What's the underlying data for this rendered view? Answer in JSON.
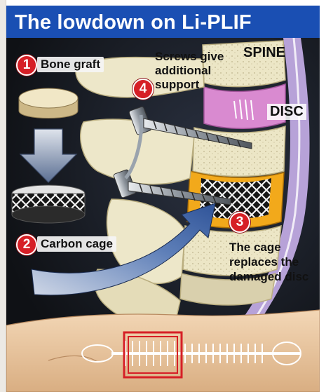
{
  "title": "The lowdown on Li-PLIF",
  "labels": {
    "spine": "SPINE",
    "disc": "DISC"
  },
  "steps": [
    {
      "num": "1",
      "text": "Bone graft"
    },
    {
      "num": "2",
      "text": "Carbon cage"
    },
    {
      "num": "3",
      "line1": "The cage",
      "line2": "replaces the",
      "line3": "damaged disc"
    },
    {
      "num": "4",
      "line1": "Screws give",
      "line2": "additional",
      "line3": "support"
    }
  ],
  "colors": {
    "title_bg": "#1a4fb3",
    "marker": "#d61f26",
    "disc": "#d98ad0",
    "cage_frame": "#f2a91b",
    "bone": "#e9e3c0",
    "background": "#0f1115"
  }
}
